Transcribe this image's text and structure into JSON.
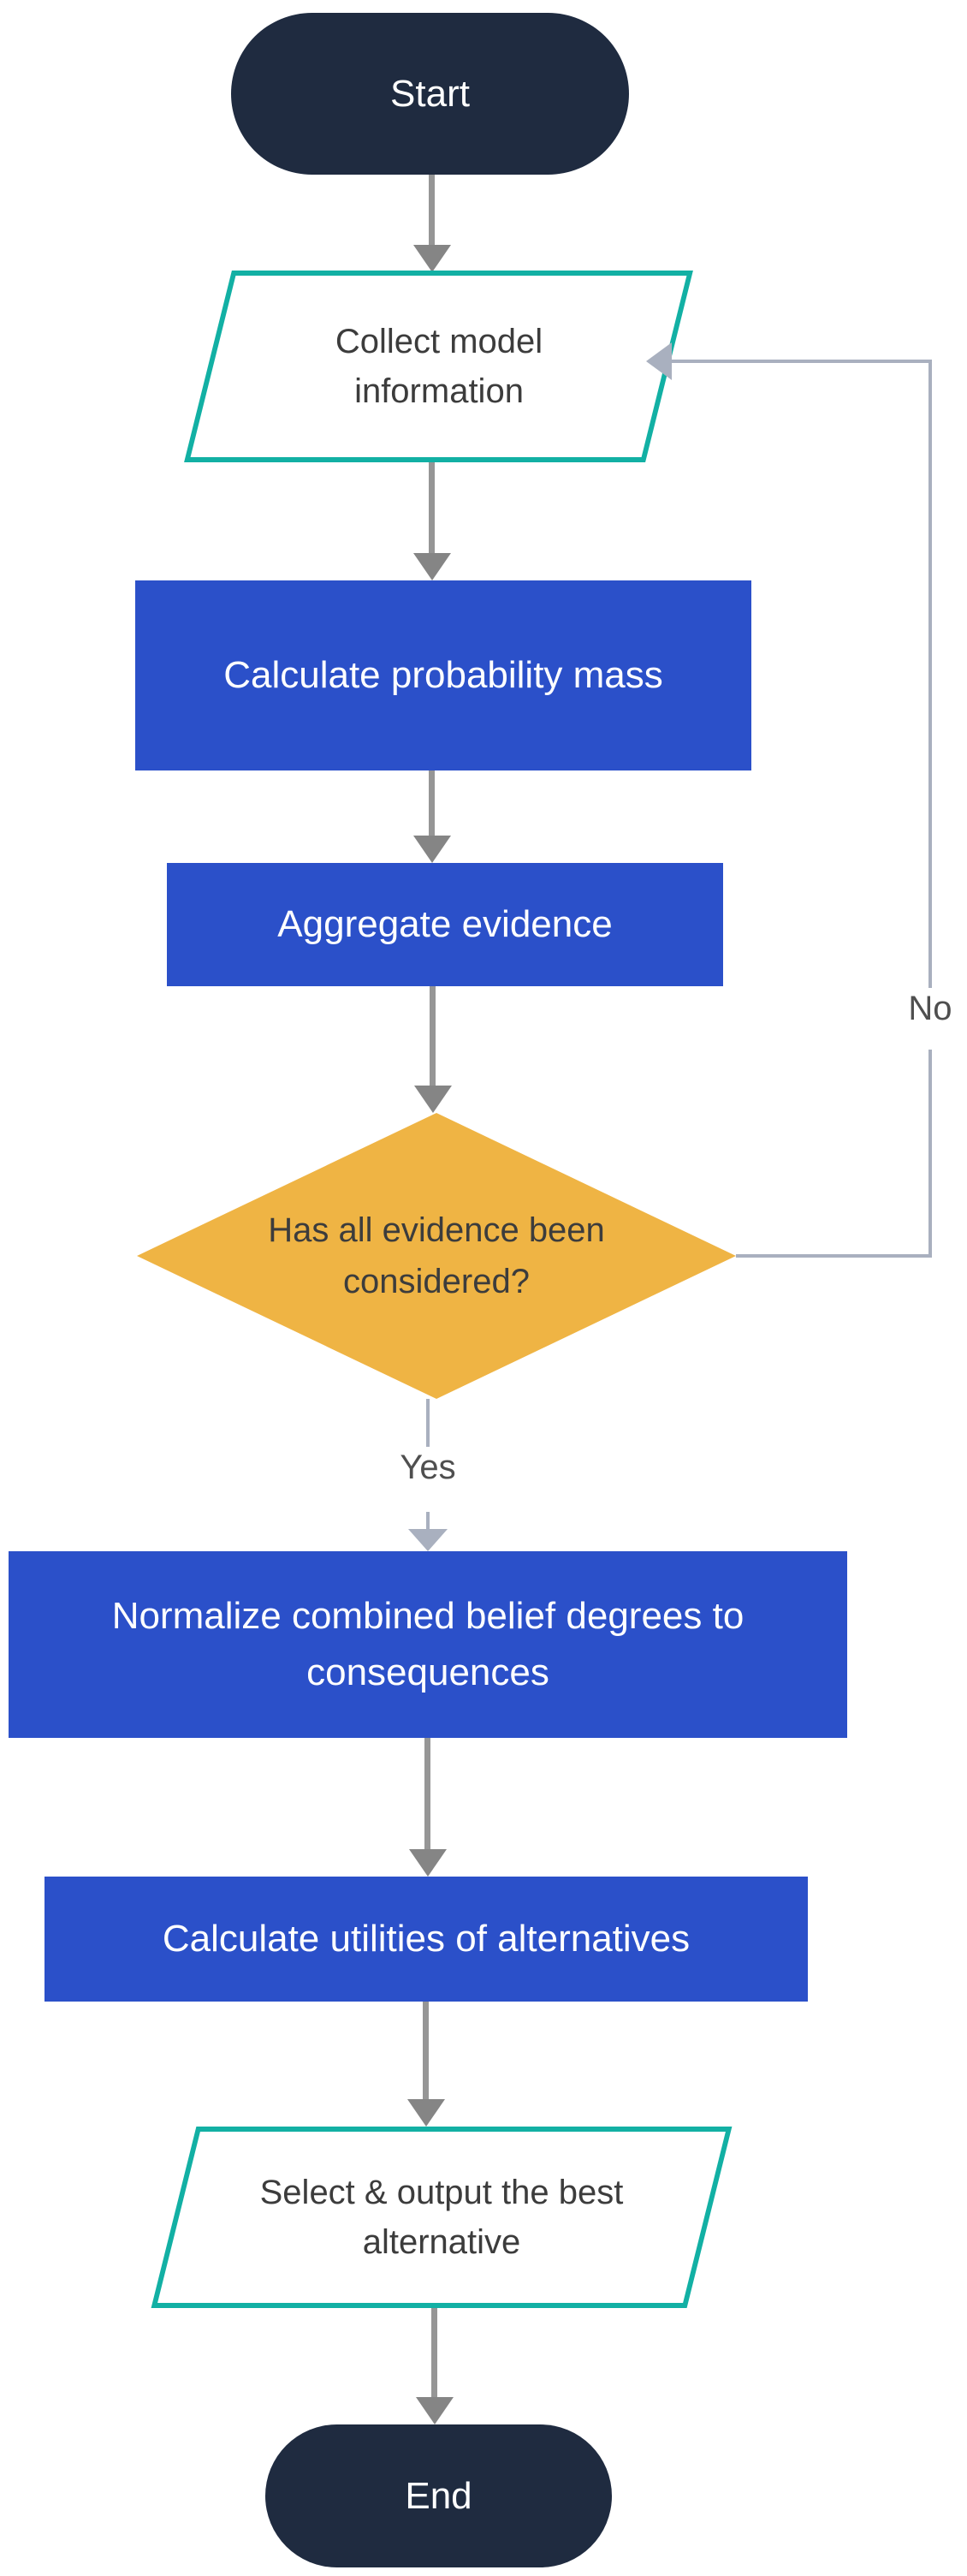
{
  "diagram": {
    "nodes": {
      "start": {
        "label": "Start",
        "shape": "terminator"
      },
      "collect_model_information": {
        "label": "Collect model information",
        "shape": "data-io-parallelogram"
      },
      "calculate_probability_mass": {
        "label": "Calculate probability mass",
        "shape": "process"
      },
      "aggregate_evidence": {
        "label": "Aggregate evidence",
        "shape": "process"
      },
      "has_all_evidence_been_considered": {
        "label": "Has all evidence been considered?",
        "shape": "decision"
      },
      "normalize_combined_belief": {
        "label": "Normalize combined belief degrees to consequences",
        "shape": "process"
      },
      "calculate_utilities": {
        "label": "Calculate utilities of alternatives",
        "shape": "process"
      },
      "select_output_best": {
        "label": "Select & output the best alternative",
        "shape": "data-io-parallelogram"
      },
      "end": {
        "label": "End",
        "shape": "terminator"
      }
    },
    "edge_labels": {
      "yes": "Yes",
      "no": "No"
    },
    "colors": {
      "terminator_fill": "#1f2b40",
      "process_fill": "#2b50c9",
      "decision_fill": "#efb444",
      "io_border": "#12b0a4",
      "shape_text_dark": "#3c3c3c",
      "arrow_gray": "#969696",
      "arrow_head_gray": "#858585",
      "arrow_bluegray": "#a9b0bf",
      "label_gray": "#4f4f4f"
    }
  }
}
